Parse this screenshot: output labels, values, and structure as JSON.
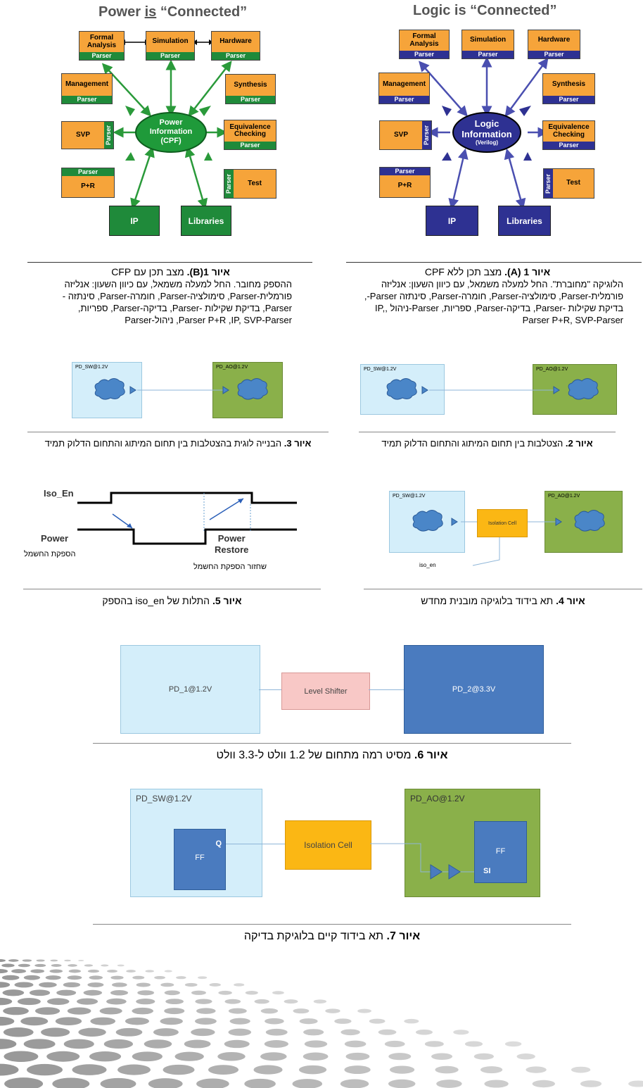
{
  "fig1a": {
    "title": "Logic is “Connected”",
    "center": [
      "Logic",
      "Information",
      "(Verilog)"
    ],
    "boxes": {
      "formal": [
        "Formal",
        "Analysis"
      ],
      "simulation": "Simulation",
      "hardware": "Hardware",
      "management": "Management",
      "synthesis": "Synthesis",
      "svp": "SVP",
      "equivalence": [
        "Equivalence",
        "Checking"
      ],
      "pr": "P+R",
      "test": "Test",
      "ip": "IP",
      "libraries": "Libraries",
      "parser": "Parser"
    }
  },
  "fig1b": {
    "title_pre": "Power ",
    "title_is": "is",
    "title_post": " “Connected”",
    "center": [
      "Power",
      "Information",
      "(CPF)"
    ],
    "boxes": {
      "formal": [
        "Formal",
        "Analysis"
      ],
      "simulation": "Simulation",
      "hardware": "Hardware",
      "management": "Management",
      "synthesis": "Synthesis",
      "svp": "SVP",
      "equivalence": [
        "Equivalence",
        "Checking"
      ],
      "pr": "P+R",
      "test": "Test",
      "ip": "IP",
      "libraries": "Libraries",
      "parser": "Parser"
    }
  },
  "captions": {
    "fig1a_bold": "איור 1 (A).",
    "fig1a_head": " מצב תכן ללא CPF",
    "fig1a_body": "הלוגיקה \"מחוברת\". החל למעלה משמאל, עם כיוון השעון: אנליזה פורמלית-Parser, סימולציה-Parser, חומרה-Parser, סינתזה Parser-, בדיקת שקילות -Parser, בדיקה-Parser, ספריות, Parser-ניהול ,IP, Parser P+R, SVP-Parser",
    "fig1b_bold": "איור 1(B).",
    "fig1b_head": " מצב תכן עם CFP",
    "fig1b_body": "ההספק מחובר. החל למעלה משמאל, עם כיוון השעון: אנליזה פורמלית-Parser, סימולציה-Parser, חומרה-Parser, סינתזה -Parser, בדיקת שקילות -Parser, בדיקה-Parser, ספריות, Parser P+R ,IP, SVP-Parser, ניהול-Parser",
    "fig2_bold": "איור 2.",
    "fig2_text": " הצטלבות בין תחום המיתוג והתחום הדלוק תמיד",
    "fig3_bold": "איור 3.",
    "fig3_text": " הבנייה לוגית בהצטלבות בין תחום המיתוג והתחום הדלוק תמיד",
    "fig4_bold": "איור 4.",
    "fig4_text": " תא בידוד בלוגיקה מובנית מחדש",
    "fig5_bold": "איור 5.",
    "fig5_text": " התלות של iso_en בהספק",
    "fig6_bold": "איור 6.",
    "fig6_text": " מסיט רמה מתחום של 1.2 וולט ל-3.3 וולט",
    "fig7_bold": "איור 7.",
    "fig7_text": " תא בידוד קיים בלוגיקת בדיקה"
  },
  "domains": {
    "pd_sw": "PD_SW@1.2V",
    "pd_ao": "PD_AO@1.2V",
    "iso_cell": "Isolation Cell",
    "iso_en": "iso_en"
  },
  "fig5": {
    "iso_en": "Iso_En",
    "power": "Power",
    "power_restore": [
      "Power",
      "Restore"
    ],
    "cut_label": "הספקת החשמל",
    "restore_label": "שחזור הספקת החשמל"
  },
  "fig6": {
    "pd1": "PD_1@1.2V",
    "shifter": "Level Shifter",
    "pd2": "PD_2@3.3V"
  },
  "fig7": {
    "pd_sw": "PD_SW@1.2V",
    "pd_ao": "PD_AO@1.2V",
    "ff": "FF",
    "q": "Q",
    "si": "SI",
    "iso": "Isolation Cell"
  },
  "colors": {
    "orange": "#f6a43a",
    "green": "#1f8a3a",
    "navy": "#2e3192",
    "isolation": "#fbb714"
  }
}
